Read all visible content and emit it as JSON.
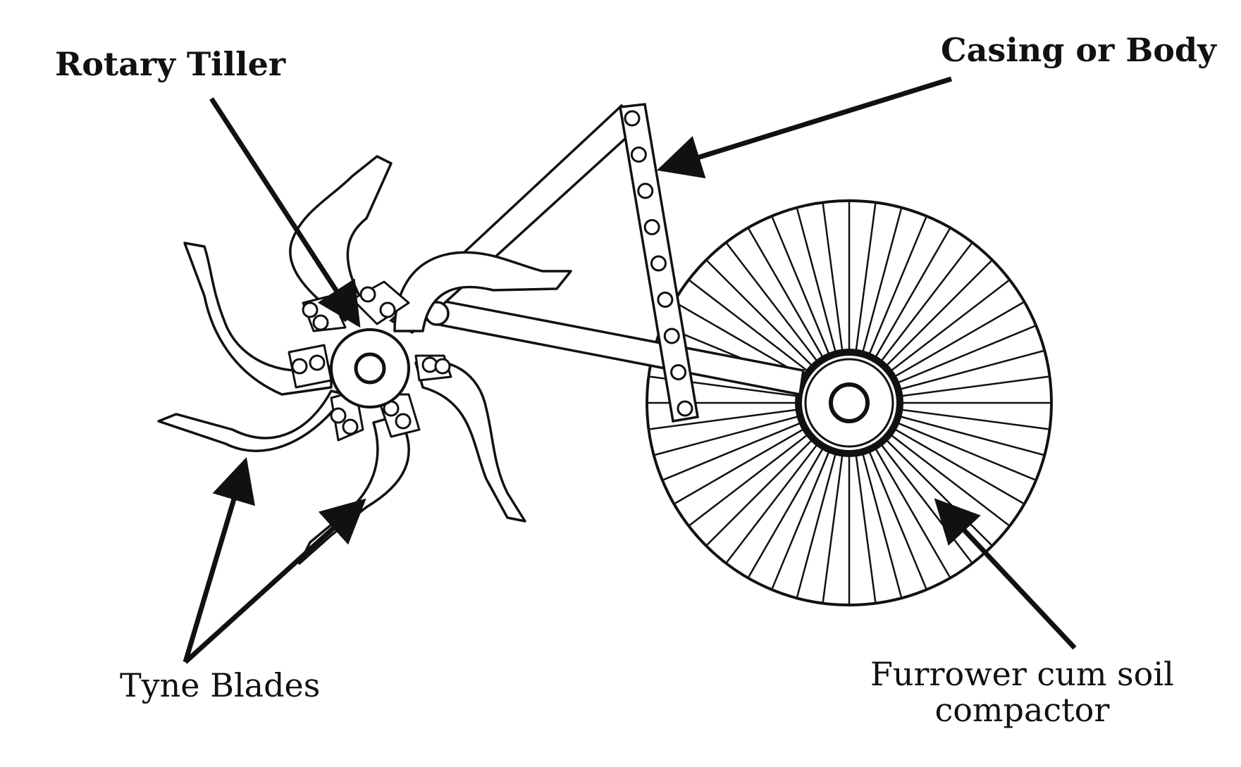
{
  "labels": {
    "rotary_tiller": "Rotary Tiller",
    "casing": "Casing or Body",
    "tyne_blades": "Tyne Blades",
    "furrower_line1": "Furrower cum soil",
    "furrower_line2": "compactor"
  },
  "colors": {
    "ink": "#111111",
    "background": "#ffffff"
  }
}
